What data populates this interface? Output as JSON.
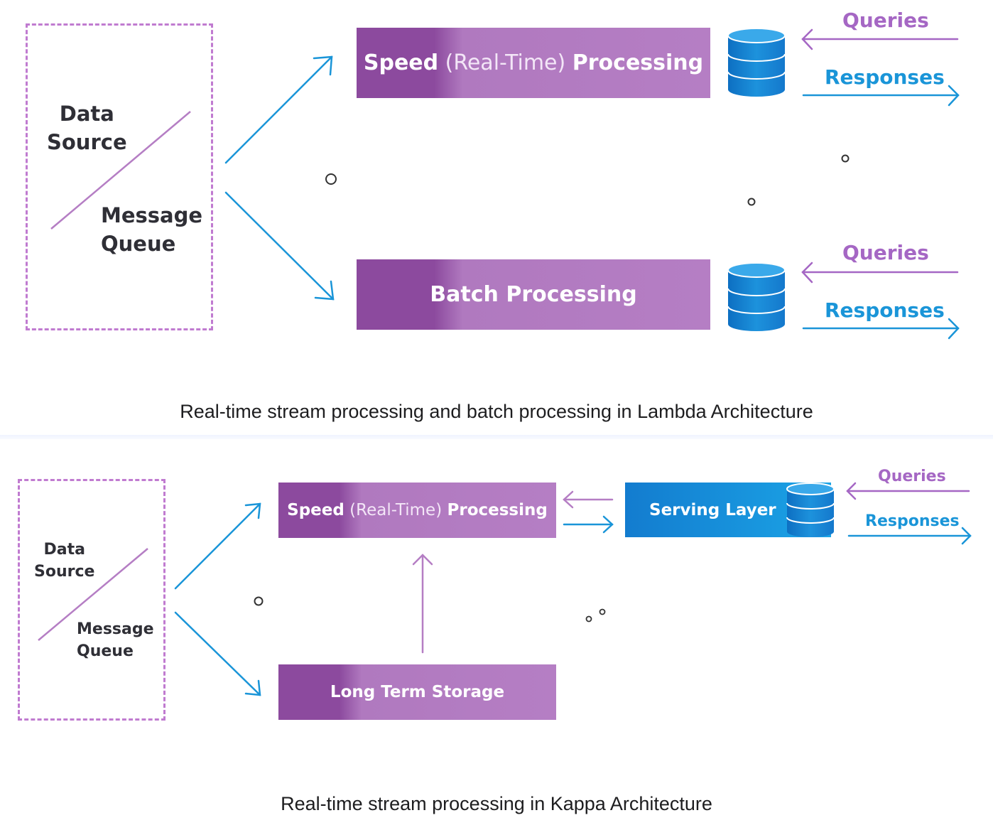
{
  "lambda": {
    "data_source": "Data\nSource",
    "message_queue": "Message\nQueue",
    "speed_bold_1": "Speed",
    "speed_light": " (Real-Time) ",
    "speed_bold_2": "Processing",
    "batch": "Batch Processing",
    "queries_top": "Queries",
    "responses_top": "Responses",
    "queries_bottom": "Queries",
    "responses_bottom": "Responses",
    "caption": "Real-time stream processing and batch processing in Lambda Architecture"
  },
  "kappa": {
    "data_source": "Data\nSource",
    "message_queue": "Message\nQueue",
    "speed_bold_1": "Speed",
    "speed_light": " (Real-Time) ",
    "speed_bold_2": "Processing",
    "long_term": "Long Term Storage",
    "serving_layer": "Serving Layer",
    "queries": "Queries",
    "responses": "Responses",
    "caption": "Real-time stream processing in Kappa Architecture"
  },
  "colors": {
    "purple_dark": "#8c4a9e",
    "purple_light": "#b57ec4",
    "blue": "#1a95d8",
    "query_purple": "#a567c4"
  },
  "icons": [
    "database-icon",
    "arrow-icon",
    "diagonal-line"
  ]
}
